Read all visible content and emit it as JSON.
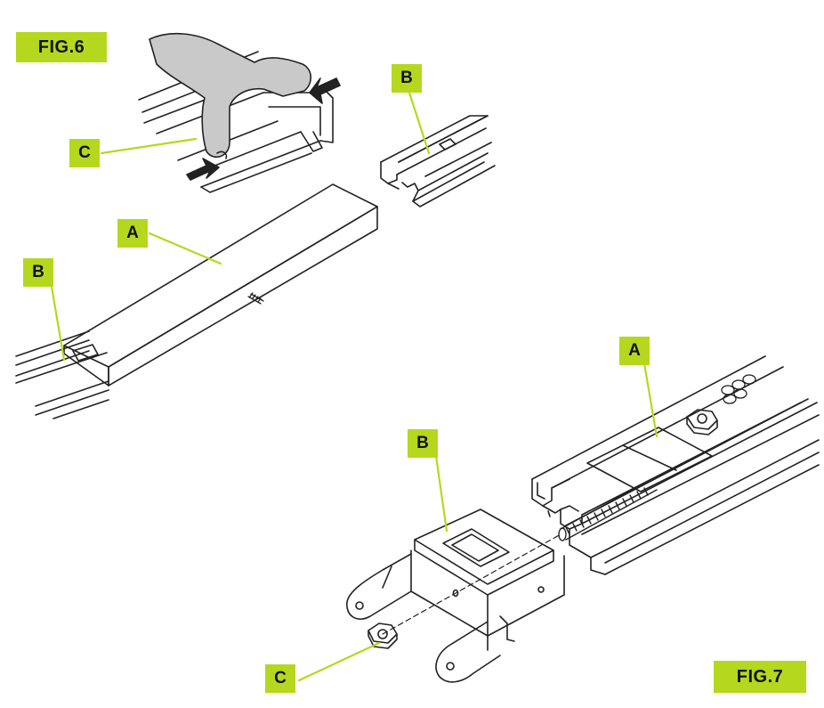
{
  "figures": {
    "fig6": {
      "title": "FIG.6",
      "labels": {
        "a": "A",
        "b_left": "B",
        "b_right": "B",
        "c": "C"
      }
    },
    "fig7": {
      "title": "FIG.7",
      "labels": {
        "a": "A",
        "b": "B",
        "c": "C"
      }
    }
  },
  "colors": {
    "label_bg": "#b5d81f",
    "leader_line": "#b5d81f",
    "line_art": "#222222",
    "hand_fill": "#c9c9c9"
  }
}
